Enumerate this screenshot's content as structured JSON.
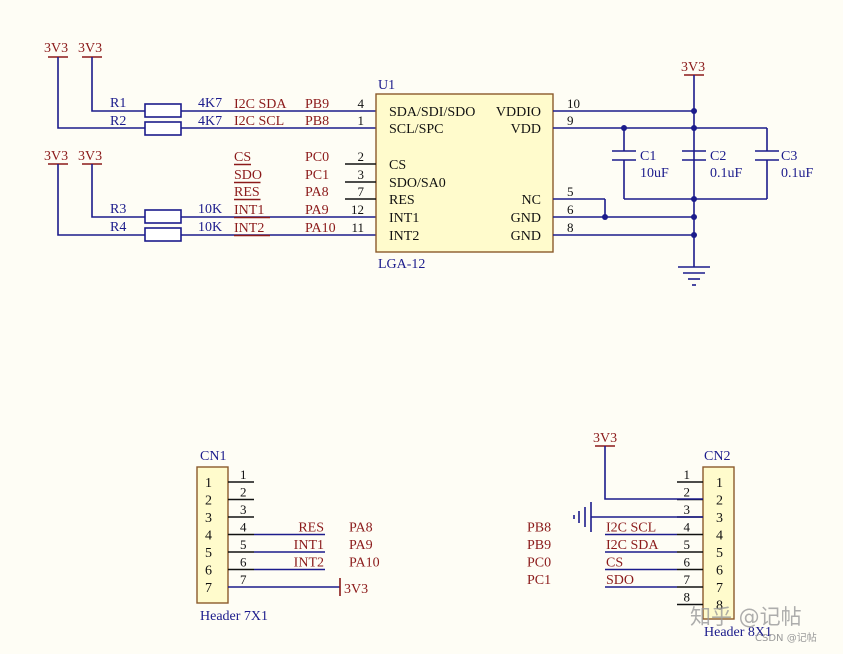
{
  "u1": {
    "ref": "U1",
    "footprint": "LGA-12",
    "left_pins": [
      {
        "num": "4",
        "name": "SDA/SDI/SDO",
        "net": "I2C  SDA",
        "port": "PB9"
      },
      {
        "num": "1",
        "name": "SCL/SPC",
        "net": "I2C  SCL",
        "port": "PB8"
      },
      {
        "num": "2",
        "name": "CS",
        "net": "CS",
        "port": "PC0"
      },
      {
        "num": "3",
        "name": "SDO/SA0",
        "net": "SDO",
        "port": "PC1"
      },
      {
        "num": "7",
        "name": "RES",
        "net": "RES",
        "port": "PA8"
      },
      {
        "num": "12",
        "name": "INT1",
        "net": "INT1",
        "port": "PA9"
      },
      {
        "num": "11",
        "name": "INT2",
        "net": "INT2",
        "port": "PA10"
      }
    ],
    "right_pins": [
      {
        "num": "10",
        "name": "VDDIO"
      },
      {
        "num": "9",
        "name": "VDD"
      },
      {
        "num": "5",
        "name": "NC"
      },
      {
        "num": "6",
        "name": "GND"
      },
      {
        "num": "8",
        "name": "GND"
      }
    ]
  },
  "power": {
    "v33": "3V3"
  },
  "resistors": [
    {
      "ref": "R1",
      "value": "4K7"
    },
    {
      "ref": "R2",
      "value": "4K7"
    },
    {
      "ref": "R3",
      "value": "10K"
    },
    {
      "ref": "R4",
      "value": "10K"
    }
  ],
  "capacitors": [
    {
      "ref": "C1",
      "value": "10uF"
    },
    {
      "ref": "C2",
      "value": "0.1uF"
    },
    {
      "ref": "C3",
      "value": "0.1uF"
    }
  ],
  "cn1": {
    "ref": "CN1",
    "name": "Header 7X1",
    "pins": [
      "1",
      "2",
      "3",
      "4",
      "5",
      "6",
      "7"
    ],
    "nets": [
      {
        "pin": "4",
        "net": "RES",
        "port": "PA8"
      },
      {
        "pin": "5",
        "net": "INT1",
        "port": "PA9"
      },
      {
        "pin": "6",
        "net": "INT2",
        "port": "PA10"
      }
    ],
    "pin7_net": "3V3"
  },
  "cn2": {
    "ref": "CN2",
    "name": "Header 8X1",
    "pins": [
      "1",
      "2",
      "3",
      "4",
      "5",
      "6",
      "7",
      "8"
    ],
    "nets": [
      {
        "pin": "4",
        "net": "I2C  SCL",
        "port": "PB8"
      },
      {
        "pin": "5",
        "net": "I2C  SDA",
        "port": "PB9"
      },
      {
        "pin": "6",
        "net": "CS",
        "port": "PC0"
      },
      {
        "pin": "7",
        "net": "SDO",
        "port": "PC1"
      }
    ]
  },
  "watermark": {
    "main": "知乎 @记帖",
    "sub": "CSDN @记帖"
  }
}
